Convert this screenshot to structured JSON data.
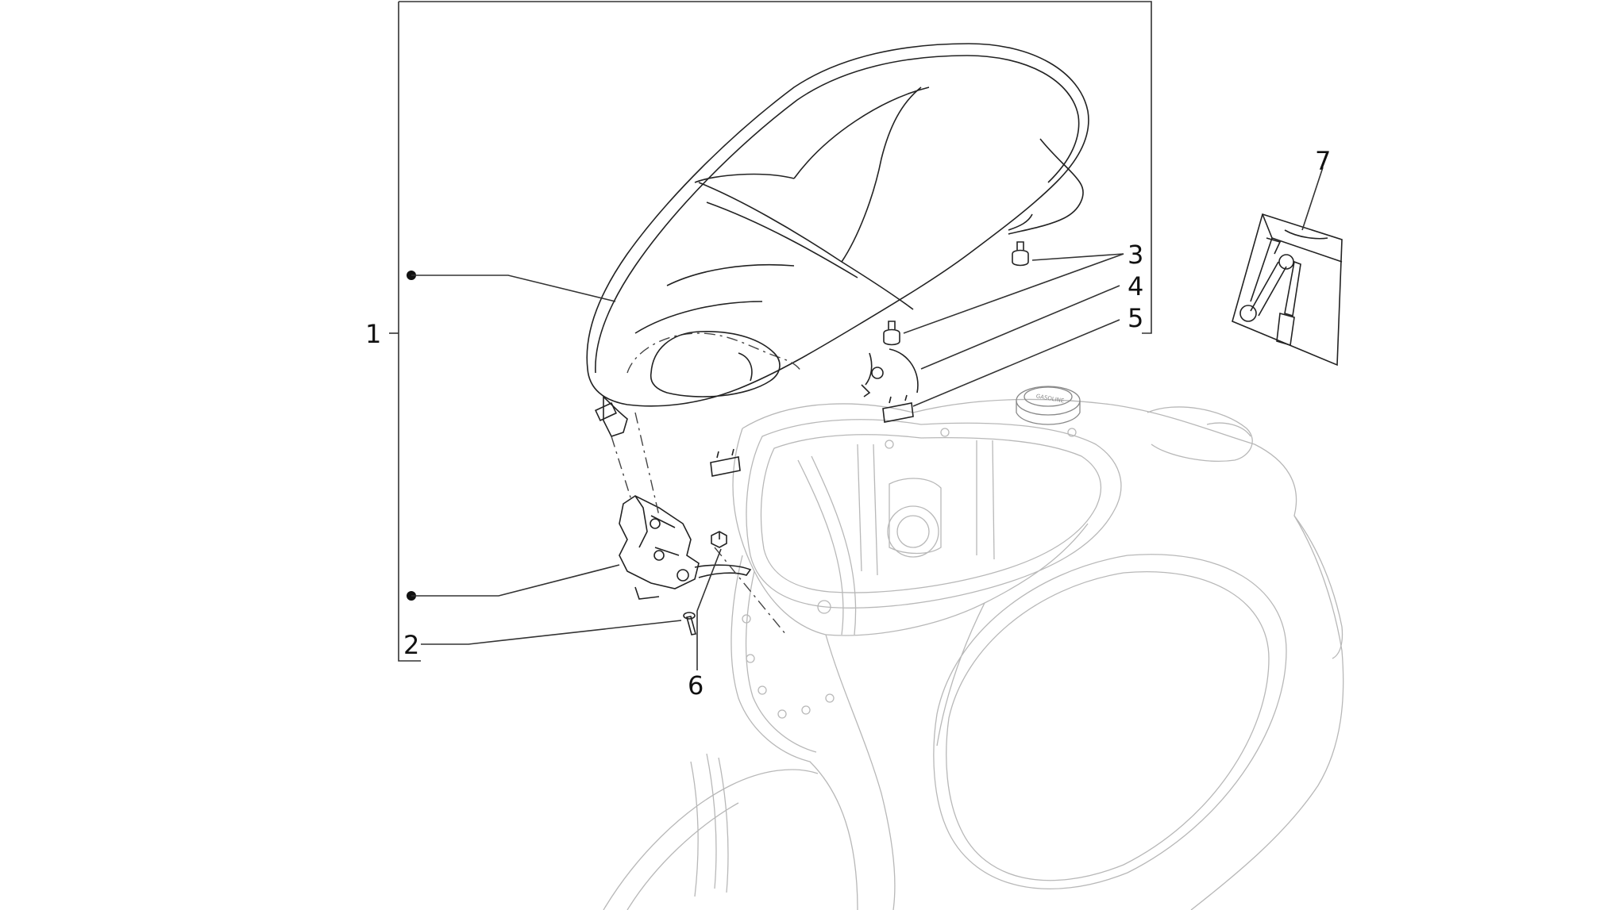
{
  "diagram": {
    "callouts": {
      "c1": "1",
      "c2": "2",
      "c3": "3",
      "c4": "4",
      "c5": "5",
      "c6": "6",
      "c7": "7"
    },
    "gasoline_cap_text": "GASOLINE"
  }
}
